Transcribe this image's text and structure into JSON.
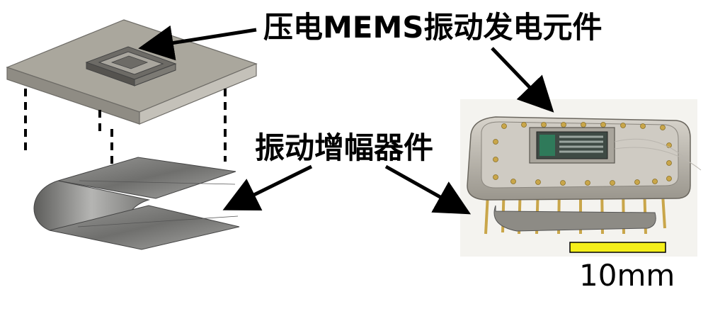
{
  "labels": {
    "mems_element": "压电MEMS振动发电元件",
    "amplifier": "振动增幅器件",
    "scale": "10mm"
  },
  "colors": {
    "background": "#ffffff",
    "plate_top": "#aaa79d",
    "plate_side": "#8f8c84",
    "chip_frame": "#6d6b66",
    "sheet_metal": "#8c8c8a",
    "scale_bar": "#f5ef1a",
    "package_metal": "#c9c5be",
    "pins": "#c9a64a",
    "arrow": "#000000"
  },
  "icons": [
    "exploded-3d-model",
    "device-photograph",
    "pointer-arrow",
    "scale-bar"
  ]
}
